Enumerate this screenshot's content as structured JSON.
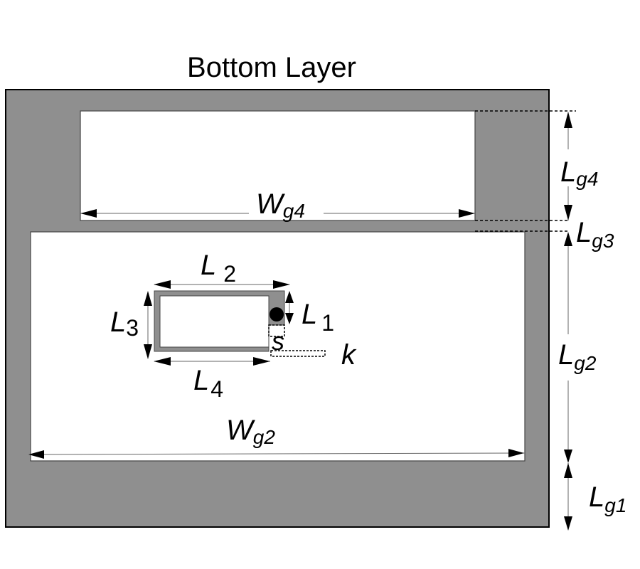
{
  "title": "Bottom Layer",
  "colors": {
    "ground": "#8f8f8f",
    "background": "#ffffff",
    "outline": "#000000",
    "dim_line": "#666666"
  },
  "labels": {
    "wg4": {
      "main": "W",
      "sub": "g4"
    },
    "lg4": {
      "main": "L",
      "sub": "g4"
    },
    "lg3": {
      "main": "L",
      "sub": "g3"
    },
    "lg2": {
      "main": "L",
      "sub": "g2"
    },
    "lg1": {
      "main": "L",
      "sub": "g1"
    },
    "wg2": {
      "main": "W",
      "sub": "g2"
    },
    "l1": {
      "main": "L",
      "sub": "1"
    },
    "l2": {
      "main": "L",
      "sub": "2"
    },
    "l3": {
      "main": "L",
      "sub": "3"
    },
    "l4": {
      "main": "L",
      "sub": "4"
    },
    "s": "s",
    "k": "k"
  }
}
